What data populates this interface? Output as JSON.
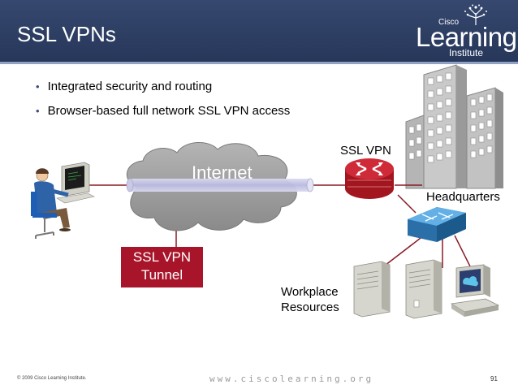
{
  "slide": {
    "title": "SSL VPNs",
    "logo": {
      "small": "Cisco",
      "big": "Learning",
      "sub": "Institute"
    },
    "bullets": [
      "Integrated security and routing",
      "Browser-based full network SSL VPN access"
    ]
  },
  "diagram": {
    "internet_label": "Internet",
    "ssl_vpn_label": "SSL VPN",
    "headquarters_label": "Headquarters",
    "tunnel_line1": "SSL VPN",
    "tunnel_line2": "Tunnel",
    "workplace_line1": "Workplace",
    "workplace_line2": "Resources",
    "colors": {
      "header": "#2f4166",
      "tunnel_box": "#a8152a",
      "router": "#b8202e",
      "switch": "#3b8fd0",
      "cloud": "#9a9a9a"
    },
    "icons": [
      "user-workstation-icon",
      "router-icon",
      "switch-icon",
      "server-icon",
      "building-icon",
      "pc-icon",
      "cloud-icon"
    ]
  },
  "footer": {
    "copyright": "© 2009 Cisco Learning Institute.",
    "url": "www.ciscolearning.org",
    "page": "91"
  }
}
